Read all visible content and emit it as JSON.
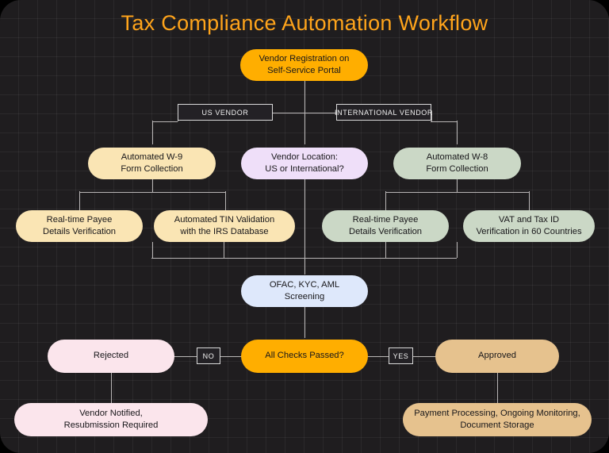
{
  "page": {
    "title": "Tax Compliance Automation Workflow",
    "background_color": "#1f1d1f",
    "title_color": "#FFA41B",
    "grid": "on",
    "connector_color": "#b9b6b6"
  },
  "nodes": {
    "start": {
      "label": "Vendor Registration on\nSelf-Service Portal",
      "color": "#FFAE00"
    },
    "w9": {
      "label": "Automated W-9\nForm Collection",
      "color": "#FAE5B4"
    },
    "decision_location": {
      "label": "Vendor Location:\nUS or International?",
      "color": "#EFDFF9"
    },
    "w8": {
      "label": "Automated W-8\nForm Collection",
      "color": "#CBD8C6"
    },
    "payee_us": {
      "label": "Real-time Payee\nDetails Verification",
      "color": "#FAE5B4"
    },
    "tin": {
      "label": "Automated TIN Validation\nwith the IRS Database",
      "color": "#FAE5B4"
    },
    "payee_intl": {
      "label": "Real-time Payee\nDetails Verification",
      "color": "#CBD8C6"
    },
    "vat": {
      "label": "VAT and Tax ID\nVerification in 60 Countries",
      "color": "#CBD8C6"
    },
    "screening": {
      "label": "OFAC, KYC, AML\nScreening",
      "color": "#DEE8FB"
    },
    "rejected": {
      "label": "Rejected",
      "color": "#FBE5EC"
    },
    "all_checks": {
      "label": "All Checks Passed?",
      "color": "#FFAE00"
    },
    "approved": {
      "label": "Approved",
      "color": "#E6C28E"
    },
    "vendor_notified": {
      "label": "Vendor Notified,\nResubmission Required",
      "color": "#FBE5EC"
    },
    "payment": {
      "label": "Payment Processing, Ongoing Monitoring,\nDocument Storage",
      "color": "#E6C28E"
    }
  },
  "edge_labels": {
    "us_vendor": "US VENDOR",
    "international_vendor": "INTERNATIONAL VENDOR",
    "no": "NO",
    "yes": "YES"
  }
}
